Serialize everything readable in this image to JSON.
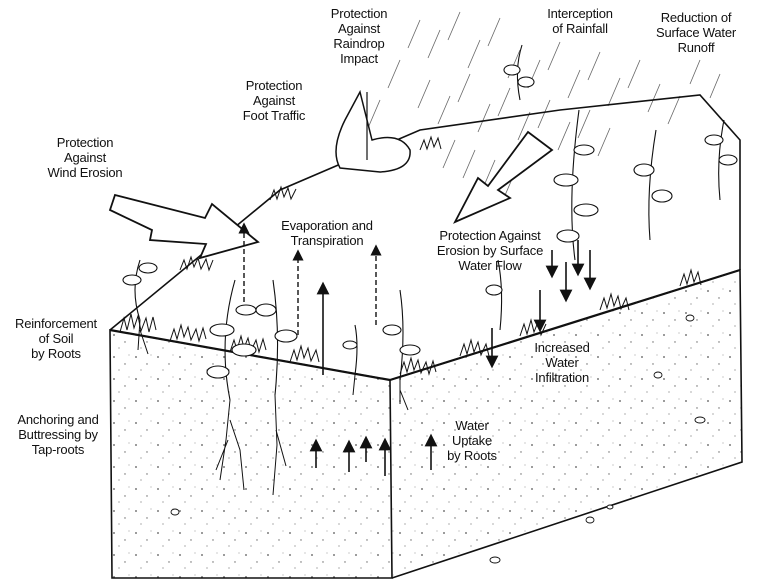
{
  "labels": {
    "raindrop": "Protection\nAgainst\nRaindrop\nImpact",
    "interception": "Interception\nof Rainfall",
    "runoff": "Reduction of\nSurface Water\nRunoff",
    "foot_traffic": "Protection\nAgainst\nFoot Traffic",
    "wind": "Protection\nAgainst\nWind Erosion",
    "evapotranspiration": "Evaporation and\nTranspiration",
    "surface_flow": "Protection Against\nErosion by Surface\nWater Flow",
    "reinforcement": "Reinforcement\nof Soil\nby Roots",
    "infiltration": "Increased\nWater\nInfiltration",
    "anchoring": "Anchoring and\nButtressing by\nTap-roots",
    "uptake": "Water\nUptake\nby Roots"
  },
  "colors": {
    "ink": "#111111",
    "paper": "#ffffff"
  }
}
